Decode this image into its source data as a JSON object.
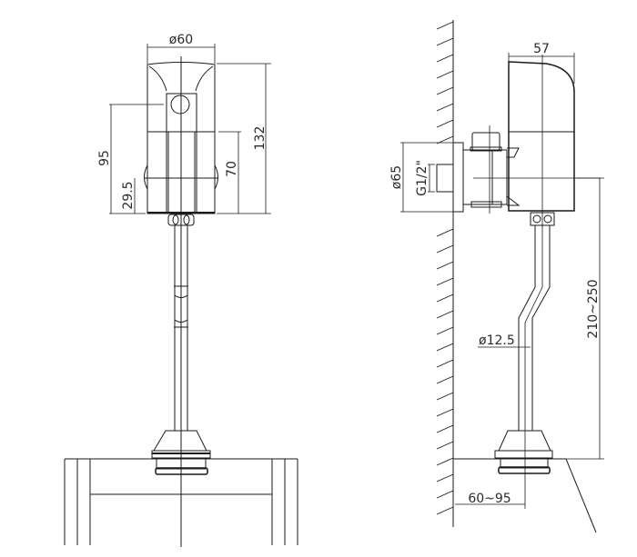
{
  "drawing": {
    "type": "technical-dimension-drawing",
    "views": [
      {
        "name": "front-view",
        "dimensions": {
          "width_diameter": "ø60",
          "total_height": "132",
          "sensor_height": "95",
          "lower_section_height": "70",
          "side_button_height": "29.5"
        }
      },
      {
        "name": "side-view",
        "dimensions": {
          "depth": "57",
          "flange_diameter": "ø65",
          "thread": "G1/2\"",
          "pipe_diameter": "ø12.5",
          "pipe_length": "210~250",
          "wall_offset": "60~95"
        }
      }
    ]
  },
  "colors": {
    "line": "#1a1a1a",
    "background": "#ffffff"
  }
}
